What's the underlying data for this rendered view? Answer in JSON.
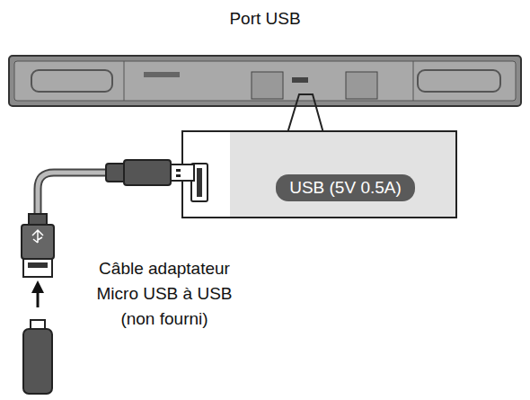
{
  "diagram": {
    "title": "Port USB",
    "nodes": [
      {
        "text": [
          "USB (5V 0.5A)"
        ]
      }
    ],
    "labels": [
      "Câble adaptateur Micro USB à USB (non fourni)"
    ]
  }
}
